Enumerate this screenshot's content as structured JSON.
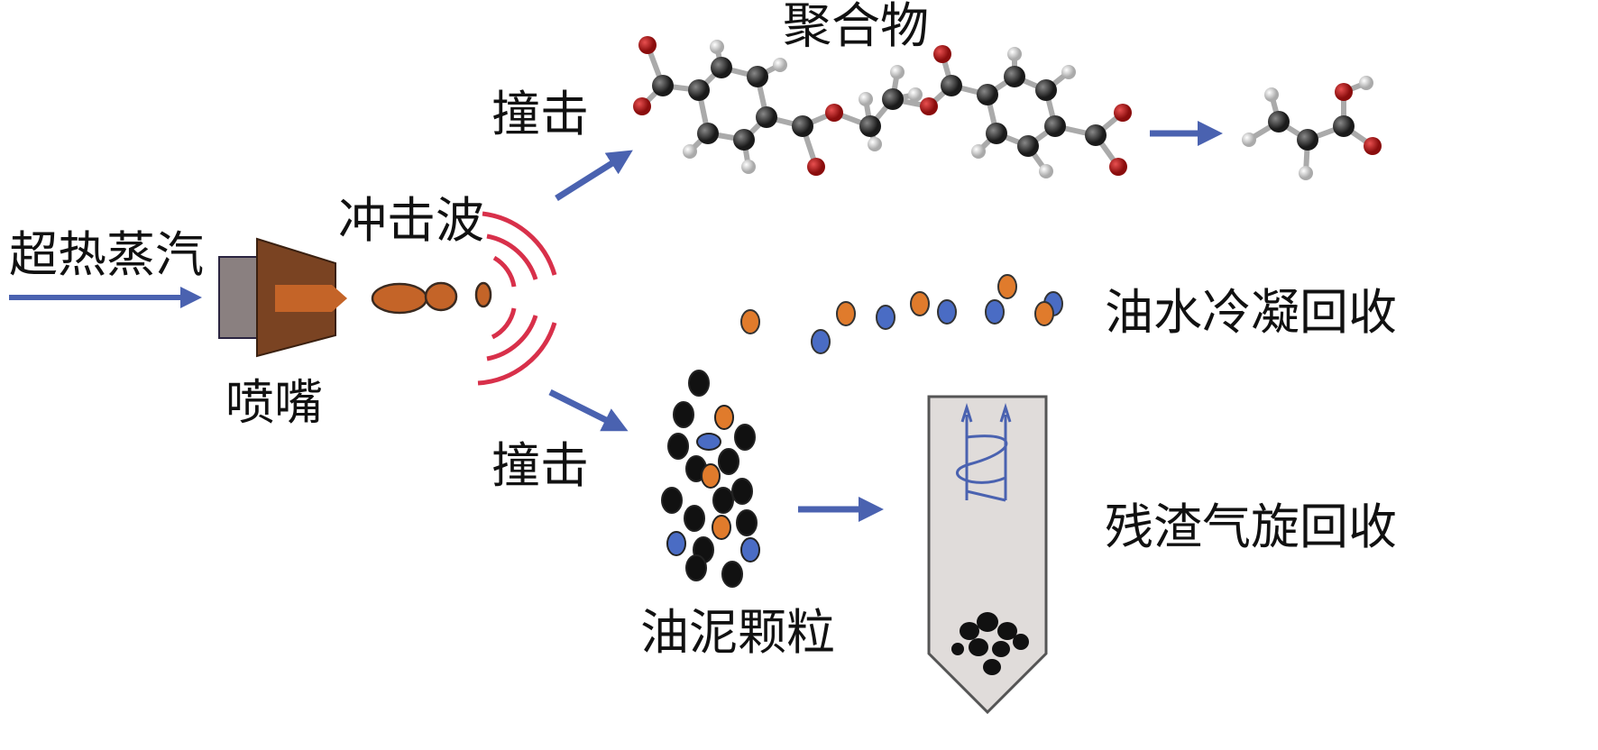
{
  "labels": {
    "steam": "超热蒸汽",
    "nozzle": "喷嘴",
    "shockwave": "冲击波",
    "impact_top": "撞击",
    "impact_bottom": "撞击",
    "polymer": "聚合物",
    "oil_water": "油水冷凝回收",
    "sludge": "油泥颗粒",
    "residue": "残渣气旋回收"
  },
  "colors": {
    "arrow": "#4a62b0",
    "orange": "#e07b2c",
    "blue": "#4a6cc4",
    "black": "#111111",
    "wave": "#d8304a",
    "nozzle_body": "#7a4322",
    "nozzle_back": "#8a8080",
    "cyclone": "#e0dcda",
    "oxygen": "#b01818",
    "carbon": "#333333",
    "hydrogen": "#eeeeee"
  }
}
